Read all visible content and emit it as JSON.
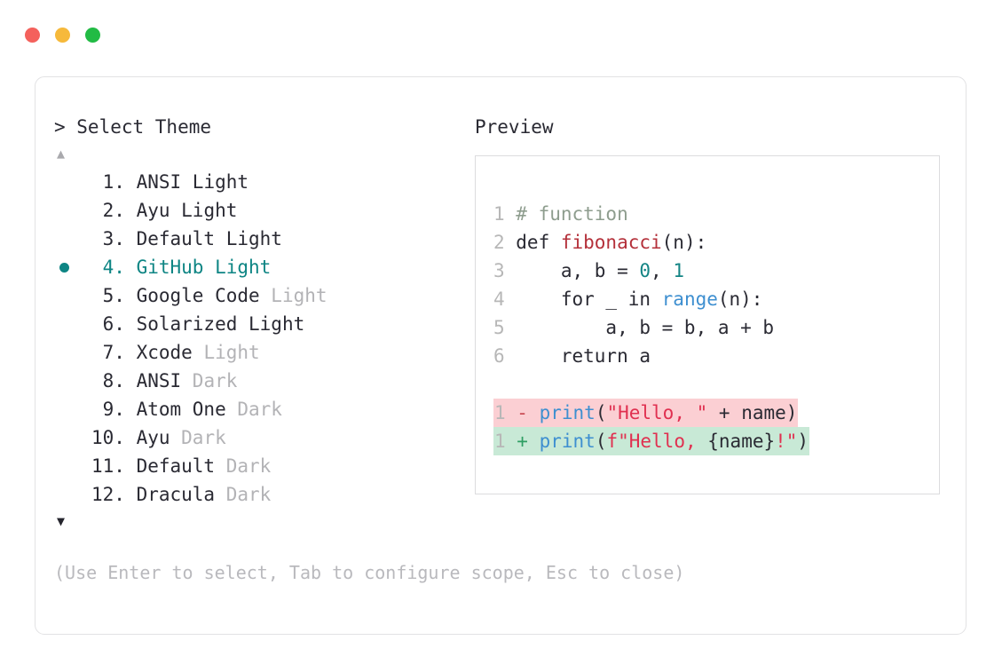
{
  "window": {
    "dots": [
      {
        "name": "close-dot",
        "color": "#f4615c"
      },
      {
        "name": "minimize-dot",
        "color": "#f6b93b"
      },
      {
        "name": "maximize-dot",
        "color": "#22bb44"
      }
    ]
  },
  "picker": {
    "prompt": "> Select Theme",
    "scroll_up_icon": "▲",
    "scroll_down_icon": "▼",
    "selected_index": 4,
    "items": [
      {
        "num": "1.",
        "name": "ANSI",
        "variant": "Light",
        "variant_dim": false,
        "selected": false
      },
      {
        "num": "2.",
        "name": "Ayu",
        "variant": "Light",
        "variant_dim": false,
        "selected": false
      },
      {
        "num": "3.",
        "name": "Default",
        "variant": "Light",
        "variant_dim": false,
        "selected": false
      },
      {
        "num": "4.",
        "name": "GitHub",
        "variant": "Light",
        "variant_dim": false,
        "selected": true
      },
      {
        "num": "5.",
        "name": "Google Code",
        "variant": "Light",
        "variant_dim": true,
        "selected": false
      },
      {
        "num": "6.",
        "name": "Solarized",
        "variant": "Light",
        "variant_dim": false,
        "selected": false
      },
      {
        "num": "7.",
        "name": "Xcode",
        "variant": "Light",
        "variant_dim": true,
        "selected": false
      },
      {
        "num": "8.",
        "name": "ANSI",
        "variant": "Dark",
        "variant_dim": true,
        "selected": false
      },
      {
        "num": "9.",
        "name": "Atom One",
        "variant": "Dark",
        "variant_dim": true,
        "selected": false
      },
      {
        "num": "10.",
        "name": "Ayu",
        "variant": "Dark",
        "variant_dim": true,
        "selected": false
      },
      {
        "num": "11.",
        "name": "Default",
        "variant": "Dark",
        "variant_dim": true,
        "selected": false
      },
      {
        "num": "12.",
        "name": "Dracula",
        "variant": "Dark",
        "variant_dim": true,
        "selected": false
      }
    ],
    "hint": "(Use Enter to select, Tab to configure scope, Esc to close)",
    "accent_color": "#0e8584"
  },
  "preview": {
    "label": "Preview",
    "code_lines": [
      {
        "ln": "1",
        "tokens": [
          {
            "t": "# function",
            "c": "tok-comment"
          }
        ]
      },
      {
        "ln": "2",
        "tokens": [
          {
            "t": "def ",
            "c": "tok-kw"
          },
          {
            "t": "fibonacci",
            "c": "tok-fn"
          },
          {
            "t": "(n):",
            "c": "tok-plain"
          }
        ]
      },
      {
        "ln": "3",
        "tokens": [
          {
            "t": "    a, b = ",
            "c": "tok-plain"
          },
          {
            "t": "0",
            "c": "tok-num"
          },
          {
            "t": ", ",
            "c": "tok-plain"
          },
          {
            "t": "1",
            "c": "tok-num"
          }
        ]
      },
      {
        "ln": "4",
        "tokens": [
          {
            "t": "    for _ in ",
            "c": "tok-plain"
          },
          {
            "t": "range",
            "c": "tok-builtin"
          },
          {
            "t": "(n):",
            "c": "tok-plain"
          }
        ]
      },
      {
        "ln": "5",
        "tokens": [
          {
            "t": "        a, b = b, a + b",
            "c": "tok-plain"
          }
        ]
      },
      {
        "ln": "6",
        "tokens": [
          {
            "t": "    return a",
            "c": "tok-plain"
          }
        ]
      }
    ],
    "diff_lines": [
      {
        "ln": "1",
        "kind": "del",
        "sign": "-",
        "tokens": [
          {
            "t": "print",
            "c": "tok-builtin"
          },
          {
            "t": "(",
            "c": "tok-plain"
          },
          {
            "t": "\"Hello, \"",
            "c": "tok-str"
          },
          {
            "t": " + name)",
            "c": "tok-plain"
          }
        ]
      },
      {
        "ln": "1",
        "kind": "add",
        "sign": "+",
        "tokens": [
          {
            "t": "print",
            "c": "tok-builtin"
          },
          {
            "t": "(",
            "c": "tok-plain"
          },
          {
            "t": "f\"Hello, ",
            "c": "tok-str"
          },
          {
            "t": "{name}",
            "c": "tok-plain"
          },
          {
            "t": "!\"",
            "c": "tok-str"
          },
          {
            "t": ")",
            "c": "tok-plain"
          }
        ]
      }
    ],
    "diff_del_bg": "#fbcfd3",
    "diff_add_bg": "#c8e9d6"
  }
}
